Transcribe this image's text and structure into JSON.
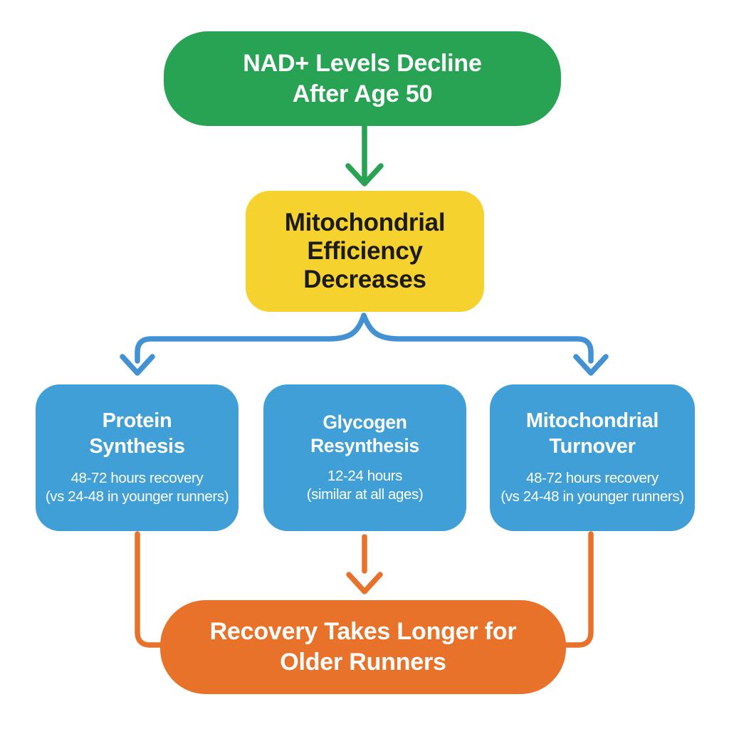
{
  "colors": {
    "green": "#27a353",
    "yellow": "#f5d22e",
    "blue": "#3f9fd6",
    "blue_line": "#4292d3",
    "orange": "#e8722a",
    "dark_text": "#1b1b1b",
    "light_text": "#ffffff",
    "background": "#ffffff"
  },
  "nodes": {
    "nad": {
      "label": "NAD+ Levels Decline\nAfter Age 50"
    },
    "efficiency": {
      "label": "Mitochondrial\nEfficiency\nDecreases"
    },
    "protein": {
      "title": "Protein\nSynthesis",
      "detail": "48-72 hours recovery\n(vs 24-48 in younger runners)"
    },
    "glycogen": {
      "title": "Glycogen Resynthesis",
      "detail": "12-24 hours\n(similar at all ages)"
    },
    "turnover": {
      "title": "Mitochondrial\nTurnover",
      "detail": "48-72 hours recovery\n(vs 24-48 in younger runners)"
    },
    "recovery": {
      "label": "Recovery Takes Longer for\nOlder Runners"
    }
  }
}
